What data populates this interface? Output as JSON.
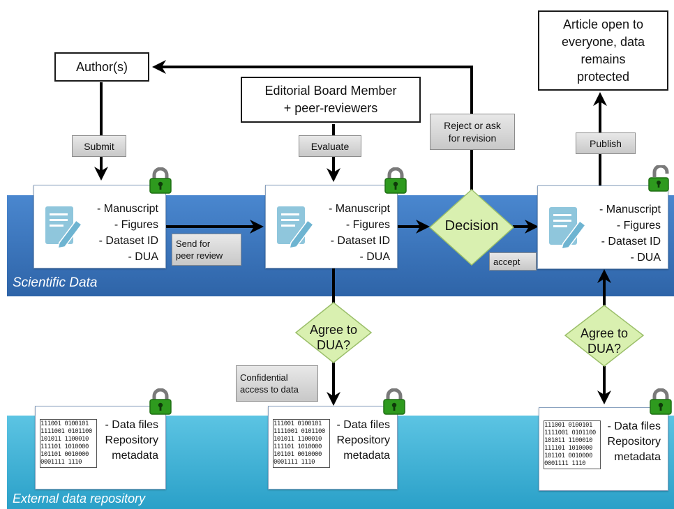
{
  "bands": {
    "scientific": "Scientific Data",
    "external": "External data repository"
  },
  "nodes": {
    "authors": "Author(s)",
    "editorial_line1": "Editorial Board Member",
    "editorial_line2": "+ peer-reviewers",
    "open_line1": "Article open to",
    "open_line2": "everyone, data",
    "open_line3": "remains",
    "open_line4": "protected"
  },
  "labels": {
    "submit": "Submit",
    "evaluate": "Evaluate",
    "reject_line1": "Reject or ask",
    "reject_line2": "for revision",
    "publish": "Publish",
    "send_line1": "Send for",
    "send_line2": "peer review",
    "accept": "accept",
    "conf_line1": "Confidential",
    "conf_line2": "access to data"
  },
  "decisions": {
    "decision": "Decision",
    "agree_line1": "Agree to",
    "agree_line2": "DUA?"
  },
  "submission_items": [
    "- Manuscript",
    "- Figures",
    "- Dataset ID",
    "- DUA"
  ],
  "repository_items": [
    "- Data files",
    "Repository",
    "metadata"
  ],
  "binary_rows": [
    "111001 0100101",
    "1111001 0101100",
    "101011 1100010",
    "111101 1010000",
    "101101 0010000",
    "0001111 1110"
  ],
  "colors": {
    "sci_band": "#3a78c0",
    "ext_band": "#3db3da",
    "diamond": "#d9f0b0",
    "lock_closed": "#2e9a1e",
    "doc_icon": "#8fc6dc"
  },
  "icons": {
    "document": "document-pen-icon",
    "binary": "binary-data-icon",
    "lock_closed": "lock-closed-icon",
    "lock_open": "lock-open-icon"
  }
}
